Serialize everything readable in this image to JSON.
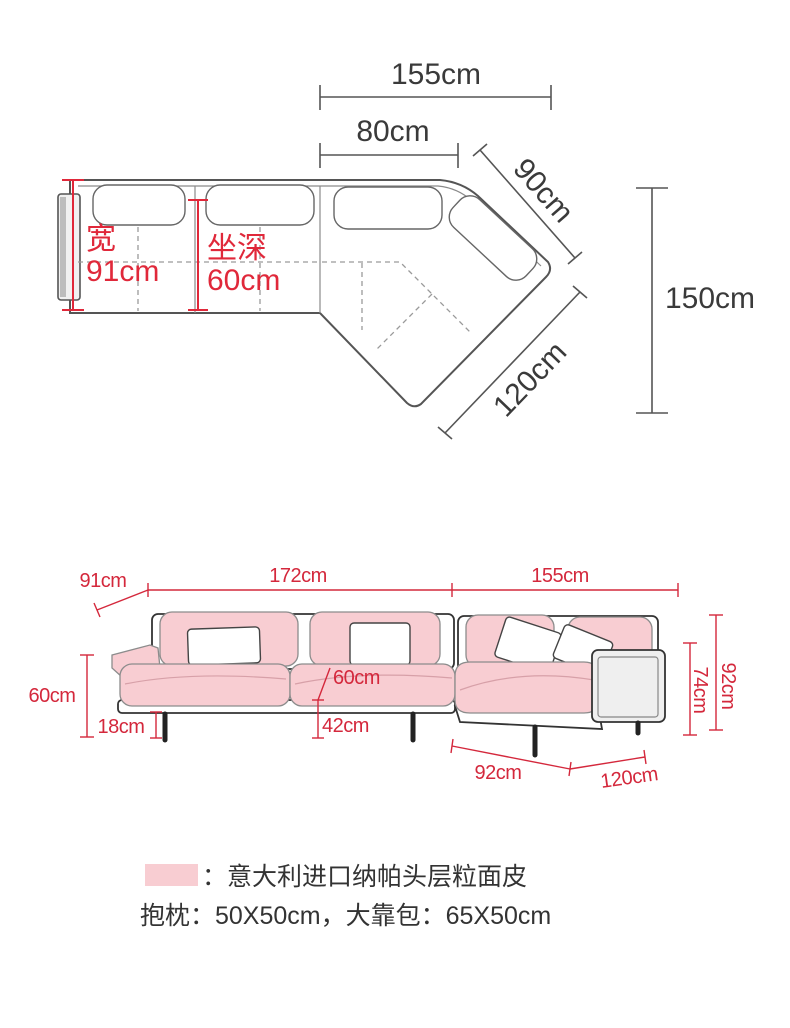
{
  "plan_view": {
    "top_width": "155cm",
    "seat_width": "80cm",
    "chaise_back": "90cm",
    "overall_depth": "150cm",
    "chaise_front": "120cm",
    "width_label": "宽",
    "width_value": "91cm",
    "seat_depth_label": "坐深",
    "seat_depth_value": "60cm"
  },
  "front_view": {
    "arm_width": "91cm",
    "main_length": "172cm",
    "chaise_length": "155cm",
    "arm_height": "60cm",
    "leg_height": "18cm",
    "seat_depth": "60cm",
    "seat_height": "42cm",
    "right_arm_height": "74cm",
    "back_height": "92cm",
    "chaise_depth": "92cm",
    "chaise_side": "120cm"
  },
  "legend": {
    "material_text": "：意大利进口纳帕头层粒面皮",
    "cushion_text": "抱枕：50X50cm，大靠包：65X50cm"
  },
  "colors": {
    "accent_red": "#e0283a",
    "leather_pink": "#f8cdd2",
    "line_gray": "#555555"
  }
}
